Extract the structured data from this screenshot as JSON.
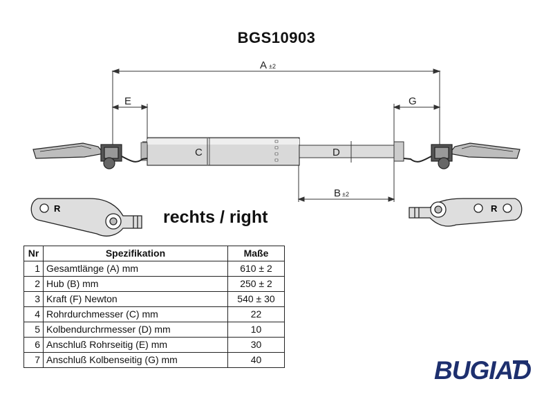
{
  "title": "BGS10903",
  "dimension_labels": {
    "a": "A",
    "a_tol": "±2",
    "b": "B",
    "b_tol": "±2",
    "c": "C",
    "d": "D",
    "e": "E",
    "g": "G"
  },
  "end_fitting": {
    "circle": "O",
    "letter": "R"
  },
  "side_label": "rechts / right",
  "table": {
    "headers": {
      "nr": "Nr",
      "spec": "Spezifikation",
      "value": "Maße"
    },
    "rows": [
      {
        "nr": "1",
        "spec": "Gesamtlänge (A) mm",
        "value": "610 ± 2"
      },
      {
        "nr": "2",
        "spec": "Hub (B)  mm",
        "value": "250 ± 2"
      },
      {
        "nr": "3",
        "spec": "Kraft (F) Newton",
        "value": "540 ± 30"
      },
      {
        "nr": "4",
        "spec": "Rohrdurchmesser (C) mm",
        "value": "22"
      },
      {
        "nr": "5",
        "spec": "Kolbendurchrmesser (D) mm",
        "value": "10"
      },
      {
        "nr": "6",
        "spec": "Anschluß Rohrseitig (E) mm",
        "value": "30"
      },
      {
        "nr": "7",
        "spec": "Anschluß Kolbenseitig (G) mm",
        "value": "40"
      }
    ]
  },
  "logo": {
    "text": "BUGIAD",
    "color": "#1d2f6e"
  }
}
